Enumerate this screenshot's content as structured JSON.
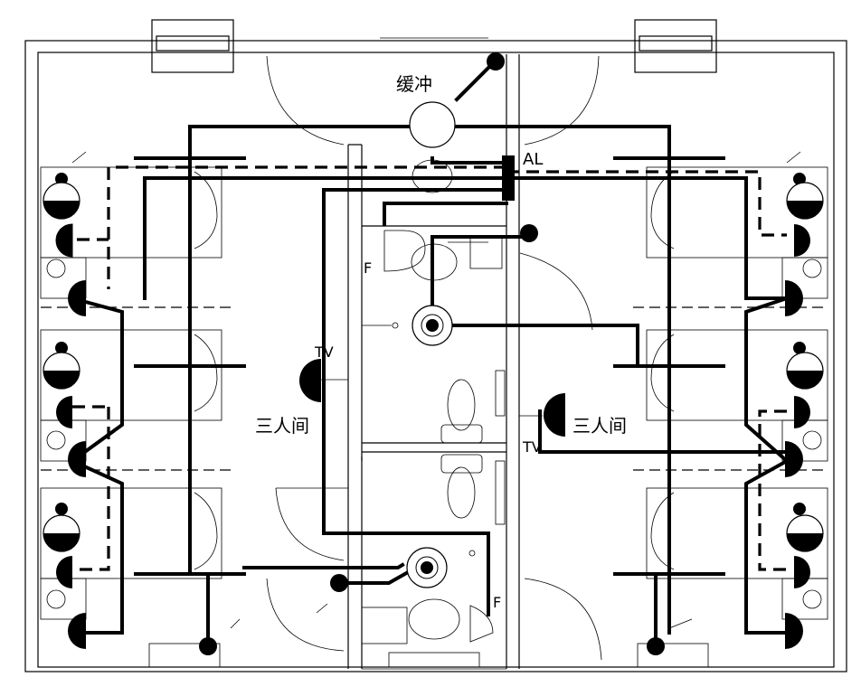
{
  "labels": {
    "buffer_room": "缓冲",
    "panel": "AL",
    "left_room": "三人间",
    "right_room": "三人间",
    "tv_left": "TV",
    "tv_right": "TV",
    "fan_upper": "F",
    "fan_lower": "F"
  },
  "symbols": {
    "bed_lamp": "half-filled-circle-icon",
    "socket": "half-socket-icon",
    "junction": "filled-dot-icon",
    "ceiling_light": "circle-lamp-icon",
    "switch": "switch-icon"
  }
}
